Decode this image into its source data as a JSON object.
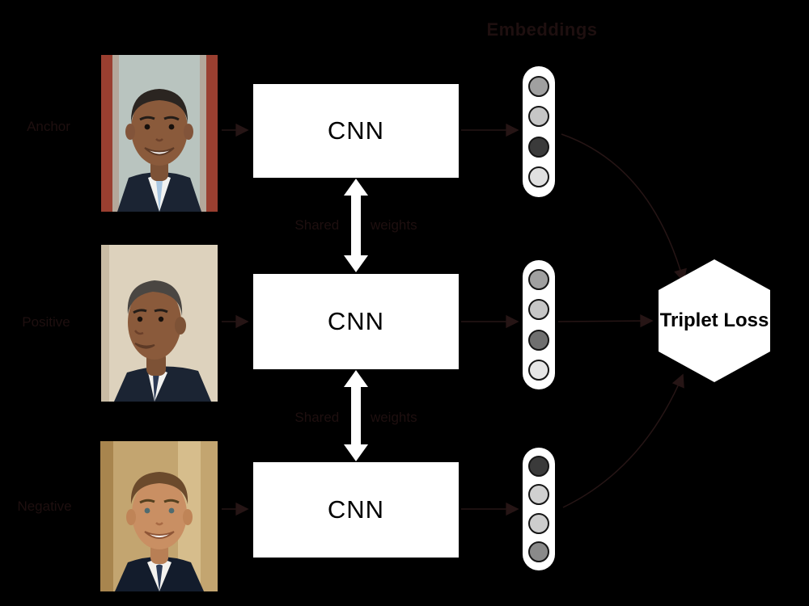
{
  "title": "Embeddings",
  "inputs": [
    {
      "label": "Anchor",
      "photo_alt": "Barack Obama frontal portrait, red window frame background"
    },
    {
      "label": "Positive",
      "photo_alt": "Barack Obama three-quarter profile portrait, cream background"
    },
    {
      "label": "Negative",
      "photo_alt": "Emmanuel Macron frontal portrait, tan background"
    }
  ],
  "cnn": {
    "label": "CNN"
  },
  "shared_weights_label": "Shared weights",
  "embeddings": {
    "vectors": [
      [
        "#a0a0a0",
        "#c6c6c6",
        "#3a3a3a",
        "#e0e0e0"
      ],
      [
        "#a0a0a0",
        "#c6c6c6",
        "#6f6f6f",
        "#e6e6e6"
      ],
      [
        "#3a3a3a",
        "#d0d0d0",
        "#cdcdcd",
        "#8a8a8a"
      ]
    ]
  },
  "loss": {
    "label": "Triplet Loss"
  },
  "colors": {
    "background": "#000000",
    "node_fill": "#ffffff",
    "node_text": "#000000",
    "ghost_text": "#1e0f0f",
    "connector": "#261515",
    "white_arrow": "#ffffff"
  }
}
